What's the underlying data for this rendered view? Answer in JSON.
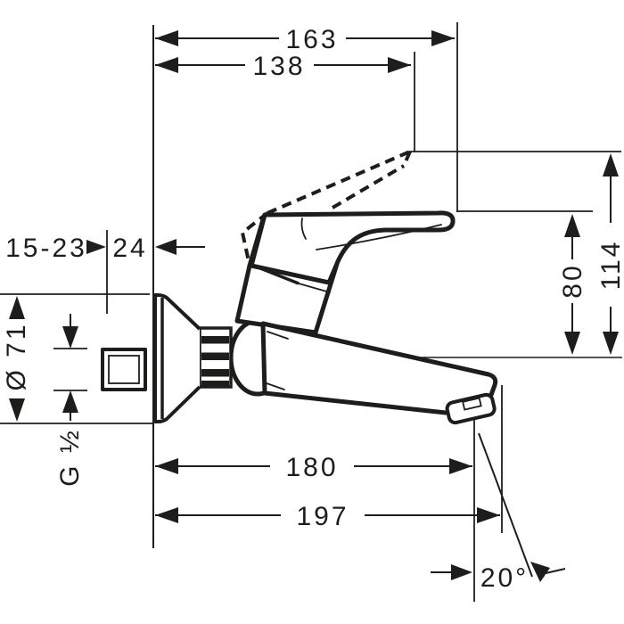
{
  "page": {
    "background": "#ffffff",
    "line_color": "#1d1d1b"
  },
  "drawing": {
    "subject": "wall-mounted single-lever basin mixer, side elevation with dimensions",
    "units": "mm",
    "dimensions": {
      "total_width": "163",
      "handle_width": "138",
      "wall_thickness_range": "15-23",
      "wall_offset": "24",
      "flange_diameter": "Ø 71",
      "connection_thread": "G ½",
      "handle_height": "80",
      "handle_raised_height": "114",
      "spout_reach": "180",
      "overall_reach": "197",
      "spout_angle": "20°"
    }
  }
}
